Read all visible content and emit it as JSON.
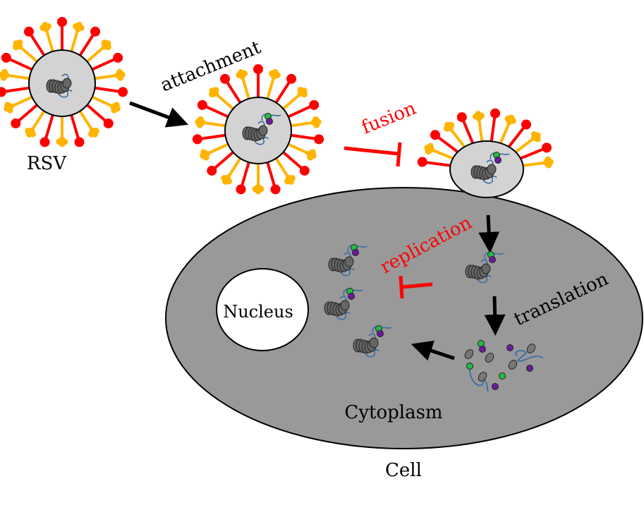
{
  "title": "RSV life cycle",
  "labels": {
    "rsv": "RSV",
    "attachment": "attachment",
    "fusion": "fusion",
    "replication": "replication",
    "translation": "translation",
    "nucleus": "Nucleus",
    "cytoplasm": "Cytoplasm",
    "cell": "Cell"
  },
  "colors": {
    "spike_red": "#ff0000",
    "spike_yellow": "#ffb400",
    "virion_fill": "#d3d3d3",
    "cell_fill": "#999999",
    "nucleus_fill": "#ffffff",
    "inhibitor": "#ff0000",
    "arrow": "#000000",
    "rna": "#3a6ea5",
    "protein_green": "#22bb44",
    "protein_purple": "#6a1b9a",
    "nucleocapsid": "#5a5a5a"
  },
  "steps": [
    "attachment",
    "fusion",
    "translation",
    "replication"
  ],
  "inhibited_steps": [
    "fusion",
    "replication"
  ]
}
